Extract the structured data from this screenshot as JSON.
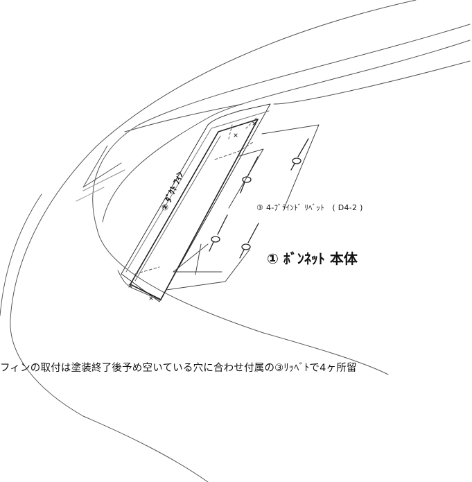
{
  "labels": {
    "duct_fin": "② ﾀﾞｸﾄ ﾌｨﾝ",
    "blind_rivet": "③ 4-ﾌﾞﾗｲﾝﾄﾞ ﾘﾍﾞｯﾄ　( D4-2 )",
    "bonnet_body": "① ﾎﾞﾝﾈｯﾄ 本体"
  },
  "instruction": "フィンの取付は塗装終了後予め空いている穴に合わせ付属の③ﾘｯﾍﾞﾄで4ヶ所留"
}
